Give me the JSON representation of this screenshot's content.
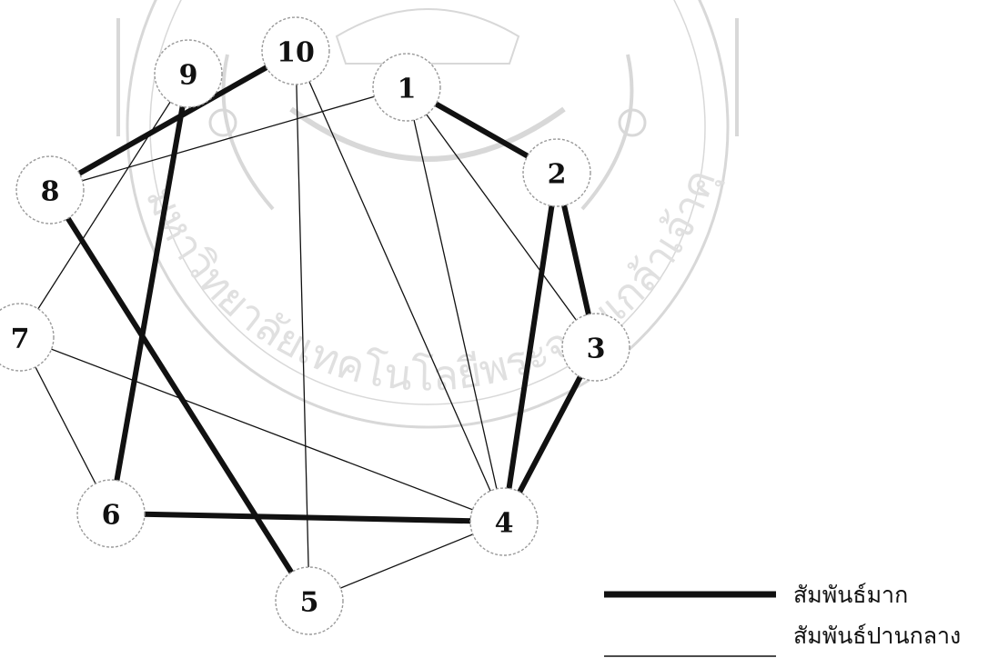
{
  "nodes": [
    {
      "id": "1",
      "label": "1"
    },
    {
      "id": "2",
      "label": "2"
    },
    {
      "id": "3",
      "label": "3"
    },
    {
      "id": "4",
      "label": "4"
    },
    {
      "id": "5",
      "label": "5"
    },
    {
      "id": "6",
      "label": "6"
    },
    {
      "id": "7",
      "label": "7"
    },
    {
      "id": "8",
      "label": "8"
    },
    {
      "id": "9",
      "label": "9"
    },
    {
      "id": "10",
      "label": "10"
    }
  ],
  "edges": [
    {
      "from": "1",
      "to": "2",
      "strength": "strong"
    },
    {
      "from": "2",
      "to": "3",
      "strength": "strong"
    },
    {
      "from": "2",
      "to": "4",
      "strength": "strong"
    },
    {
      "from": "3",
      "to": "4",
      "strength": "strong"
    },
    {
      "from": "6",
      "to": "4",
      "strength": "strong"
    },
    {
      "from": "9",
      "to": "6",
      "strength": "strong"
    },
    {
      "from": "10",
      "to": "8",
      "strength": "strong"
    },
    {
      "from": "8",
      "to": "5",
      "strength": "strong"
    },
    {
      "from": "1",
      "to": "8",
      "strength": "moderate"
    },
    {
      "from": "1",
      "to": "4",
      "strength": "moderate"
    },
    {
      "from": "1",
      "to": "3",
      "strength": "moderate"
    },
    {
      "from": "10",
      "to": "4",
      "strength": "moderate"
    },
    {
      "from": "10",
      "to": "5",
      "strength": "moderate"
    },
    {
      "from": "9",
      "to": "7",
      "strength": "moderate"
    },
    {
      "from": "7",
      "to": "6",
      "strength": "moderate"
    },
    {
      "from": "7",
      "to": "4",
      "strength": "moderate"
    },
    {
      "from": "5",
      "to": "4",
      "strength": "moderate"
    }
  ],
  "legend": {
    "strong_label": "สัมพันธ์มาก",
    "moderate_label": "สัมพันธ์ปานกลาง"
  },
  "watermark": {
    "text": "มหาวิทยาลัยเทคโนโลยีพระจอมเกล้าเจ้าคุณทหารลาดกระบัง",
    "color": "#c8c8c8"
  }
}
